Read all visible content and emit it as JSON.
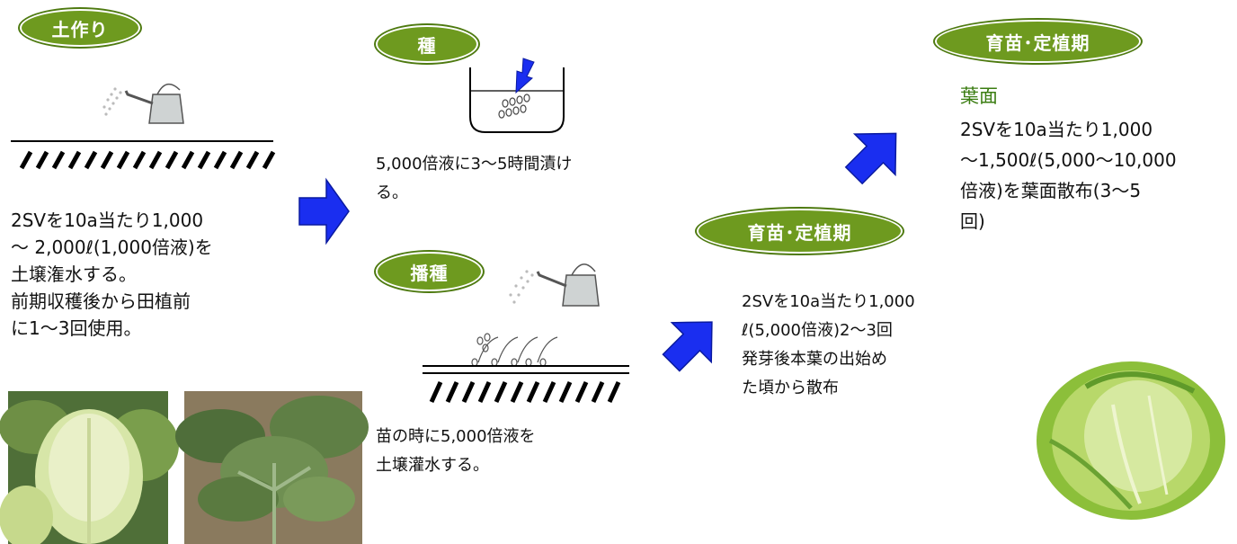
{
  "colors": {
    "badge_green": "#6e9a1f",
    "arrow_blue": "#1a2ef0",
    "label_green": "#3b7d12"
  },
  "stages": {
    "soil": {
      "badge": "土作り",
      "text": "2SVを10a当たり1,000\n～ 2,000ℓ(1,000倍液)を\n土壌潅水する。\n前期収穫後から田植前\nに1～3回使用。"
    },
    "seed": {
      "badge": "種",
      "text": "5,000倍液に3～5時間漬け\nる。"
    },
    "sowing": {
      "badge": "播種",
      "text": "苗の時に5,000倍液を\n土壌灌水する。"
    },
    "nursery_mid": {
      "badge": "育苗･定植期",
      "text": "2SVを10a当たり1,000\nℓ(5,000倍液)2～3回\n発芽後本葉の出始め\nた頃から散布"
    },
    "nursery_top": {
      "badge": "育苗･定植期",
      "sub_label": "葉面",
      "text": "2SVを10a当たり1,000\n～1,500ℓ(5,000～10,000\n倍液)を葉面散布(3～5\n回)"
    }
  },
  "images": [
    "chinese-cabbage-photo",
    "spinach-photo",
    "cabbage-photo"
  ]
}
